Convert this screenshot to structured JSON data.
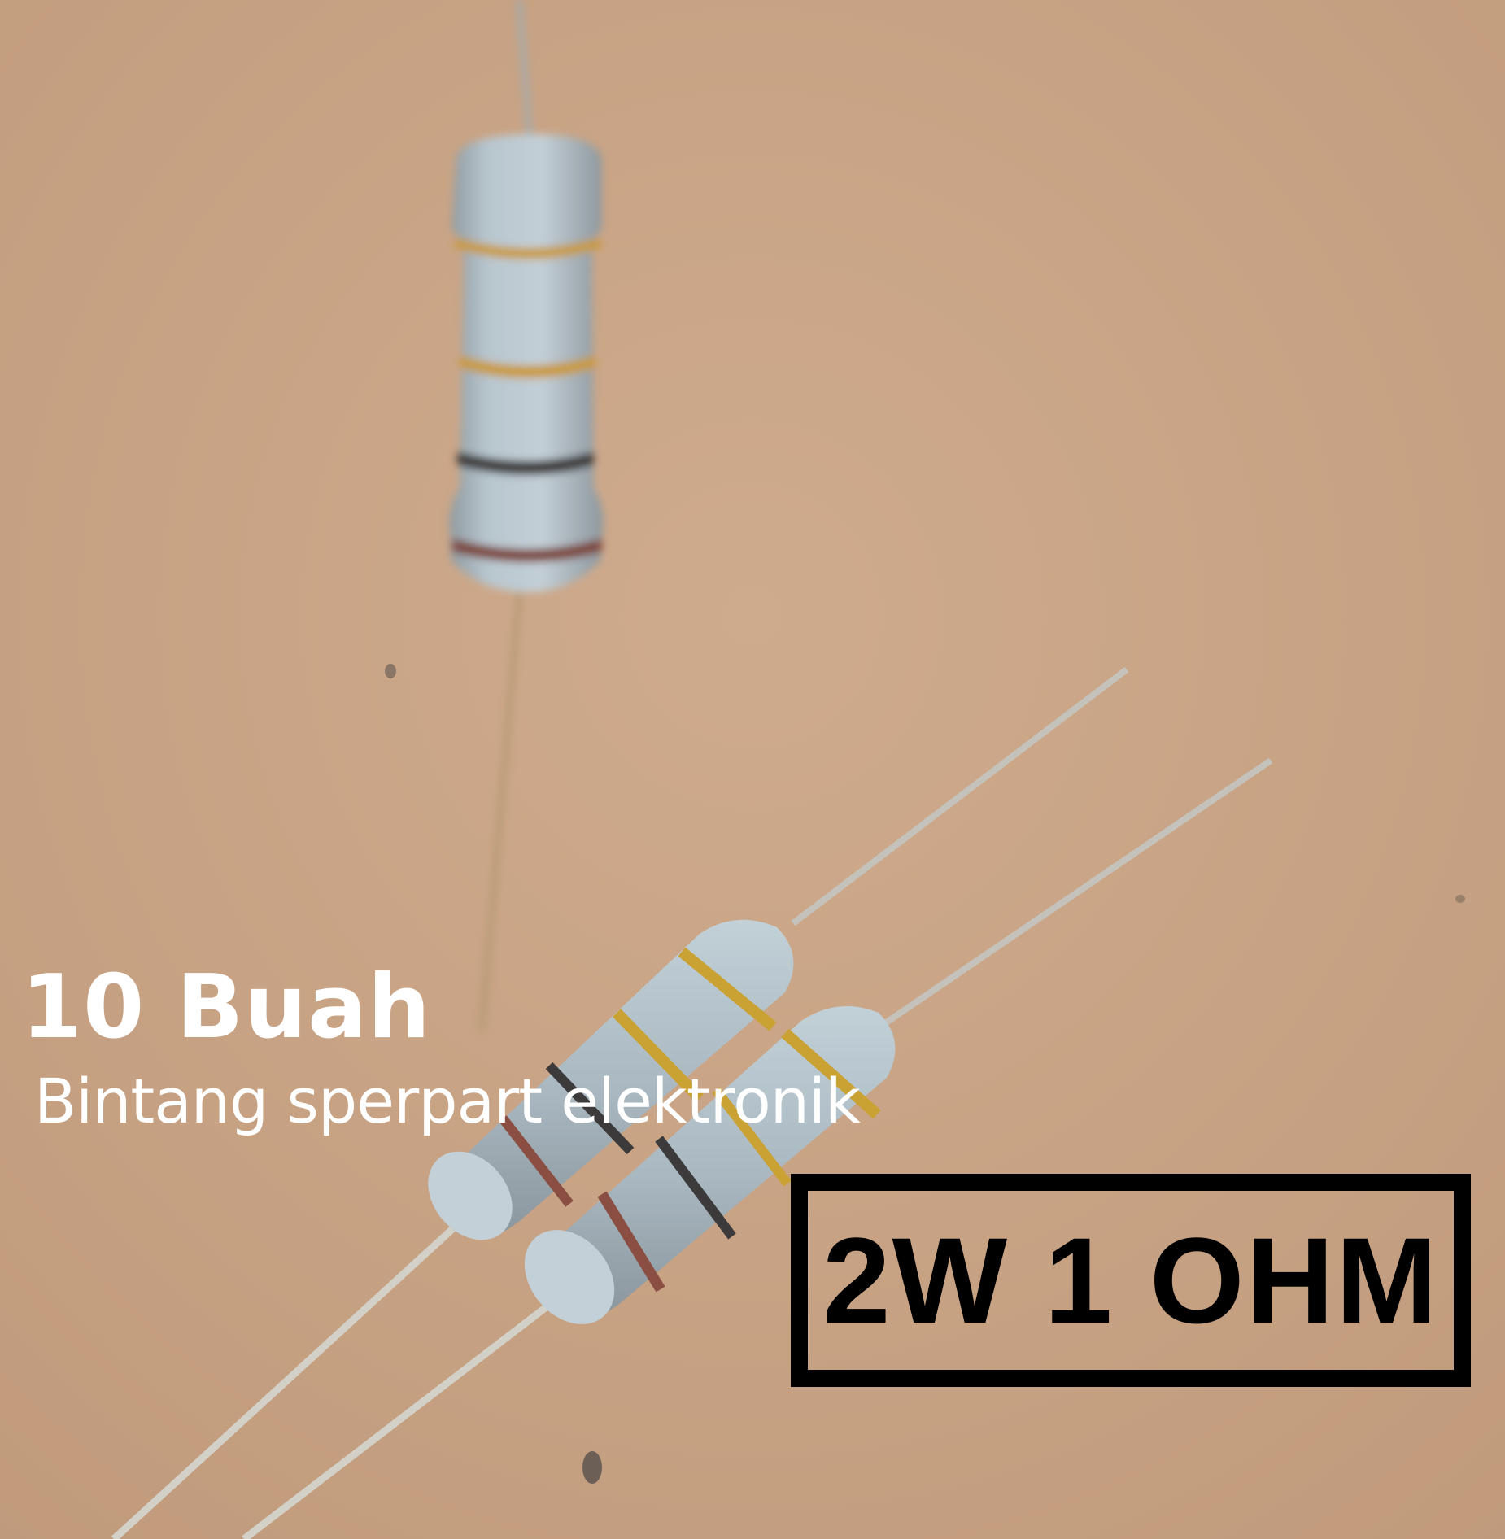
{
  "photo": {
    "subject": "three grey carbon-film power resistors on kraft paper",
    "background_color": "#c8a486",
    "resistor_body_color": "#b6c4cc",
    "band_colors": [
      "#c89a2a",
      "#c89a2a",
      "#3a3535",
      "#8a4a3a"
    ],
    "lead_color": "#c9c6bd"
  },
  "overlay": {
    "quantity": "10 Buah",
    "shop_name": "Bintang sperpart elektronik",
    "spec_label": "2W 1 OHM"
  }
}
